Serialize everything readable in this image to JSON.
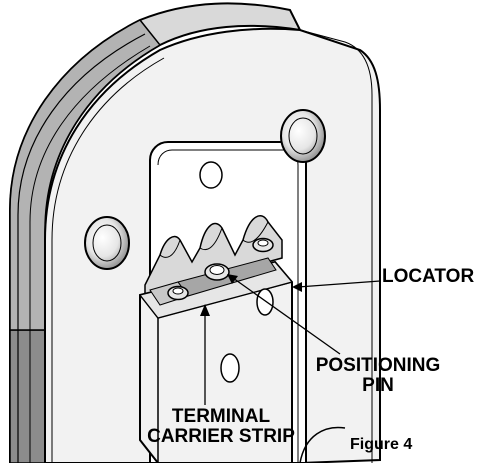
{
  "labels": {
    "locator": "LOCATOR",
    "positioning_line1": "POSITIONING",
    "positioning_line2": "PIN",
    "terminal_line1": "TERMINAL",
    "terminal_line2": "CARRIER STRIP"
  },
  "caption": "Figure 4",
  "colors": {
    "background": "#ffffff",
    "line": "#000000",
    "tool_face": "#f2f2f2",
    "shade_light": "#d9d9d9",
    "shade_mid": "#b3b3b3",
    "shade_dark": "#8c8c8c",
    "strip": "#a6a6a6"
  }
}
